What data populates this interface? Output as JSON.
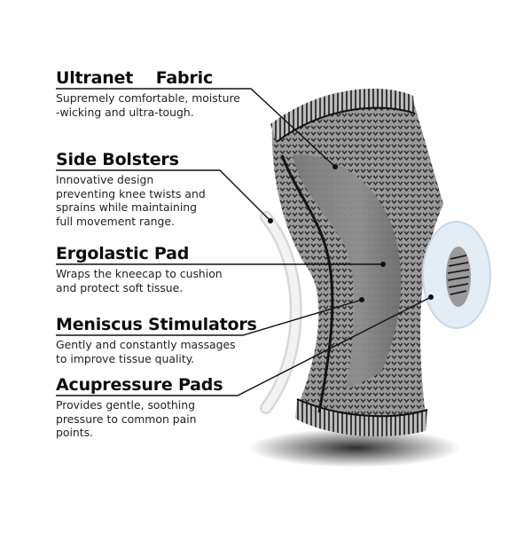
{
  "features": [
    {
      "title": "Ultranet    Fabric",
      "description_lines": [
        "Supremely comfortable, moisture",
        "-wicking and ultra-tough."
      ]
    },
    {
      "title": "Side Bolsters",
      "description_lines": [
        "Innovative design",
        "preventing knee twists and",
        "sprains while maintaining",
        "full movement range."
      ]
    },
    {
      "title": "Ergolastic Pad",
      "description_lines": [
        "Wraps the kneecap to cushion",
        "and protect soft tissue."
      ]
    },
    {
      "title": "Meniscus Stimulators",
      "description_lines": [
        "Gently and constantly massages",
        "to improve tissue quality."
      ]
    },
    {
      "title": "Acupressure Pads",
      "description_lines": [
        "Provides gentle, soothing",
        "pressure to common pain",
        "points."
      ]
    }
  ],
  "product": {
    "name": "knee-brace",
    "colors": {
      "fabric": "#8a8a8a",
      "dark": "#2a2a2a",
      "pad": "#dfeaf3",
      "stripe": "#111111"
    }
  }
}
